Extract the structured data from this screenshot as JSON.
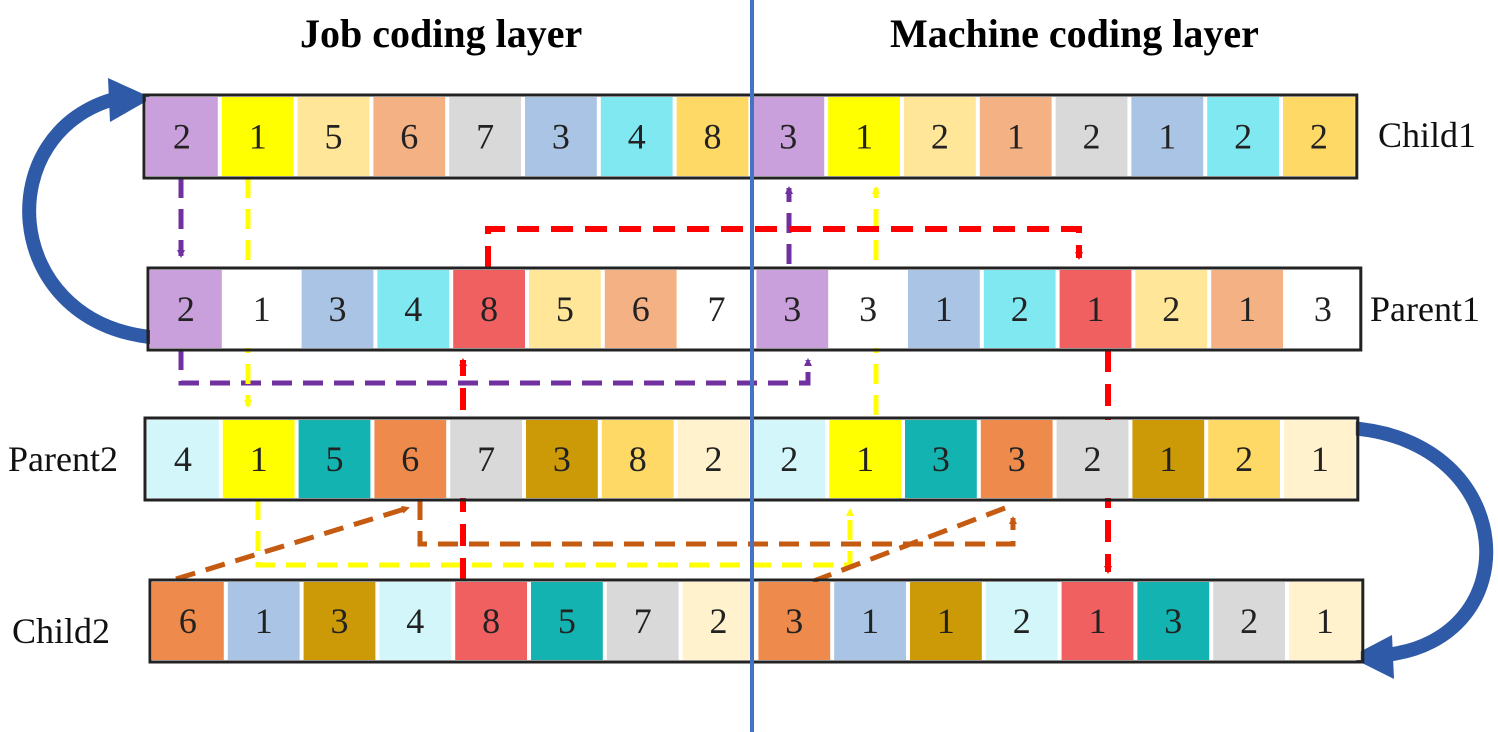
{
  "headings": {
    "job": "Job coding layer",
    "machine": "Machine coding layer"
  },
  "colors": {
    "divider": "#4472c4",
    "curved_arrow": "#2e5aa8",
    "purple_arrow": "#7030a0",
    "yellow_arrow": "#ffff00",
    "red_arrow": "#ff0000",
    "orange_arrow": "#c55a11"
  },
  "rows": [
    {
      "id": "child1",
      "label": "Child1",
      "cells": [
        {
          "v": "2",
          "c": "#c9a0dc"
        },
        {
          "v": "1",
          "c": "#ffff00"
        },
        {
          "v": "5",
          "c": "#ffe699"
        },
        {
          "v": "6",
          "c": "#f4b183"
        },
        {
          "v": "7",
          "c": "#d9d9d9"
        },
        {
          "v": "3",
          "c": "#a9c4e4"
        },
        {
          "v": "4",
          "c": "#7fe8f0"
        },
        {
          "v": "8",
          "c": "#ffd966"
        },
        {
          "v": "3",
          "c": "#c9a0dc"
        },
        {
          "v": "1",
          "c": "#ffff00"
        },
        {
          "v": "2",
          "c": "#ffe699"
        },
        {
          "v": "1",
          "c": "#f4b183"
        },
        {
          "v": "2",
          "c": "#d9d9d9"
        },
        {
          "v": "1",
          "c": "#a9c4e4"
        },
        {
          "v": "2",
          "c": "#7fe8f0"
        },
        {
          "v": "2",
          "c": "#ffd966"
        }
      ]
    },
    {
      "id": "parent1",
      "label": "Parent1",
      "cells": [
        {
          "v": "2",
          "c": "#c9a0dc"
        },
        {
          "v": "1",
          "c": "#ffffff"
        },
        {
          "v": "3",
          "c": "#a9c4e4"
        },
        {
          "v": "4",
          "c": "#7fe8f0"
        },
        {
          "v": "8",
          "c": "#f06060"
        },
        {
          "v": "5",
          "c": "#ffe699"
        },
        {
          "v": "6",
          "c": "#f4b183"
        },
        {
          "v": "7",
          "c": "#ffffff"
        },
        {
          "v": "3",
          "c": "#c9a0dc"
        },
        {
          "v": "3",
          "c": "#ffffff"
        },
        {
          "v": "1",
          "c": "#a9c4e4"
        },
        {
          "v": "2",
          "c": "#7fe8f0"
        },
        {
          "v": "1",
          "c": "#f06060"
        },
        {
          "v": "2",
          "c": "#ffe699"
        },
        {
          "v": "1",
          "c": "#f4b183"
        },
        {
          "v": "3",
          "c": "#ffffff"
        }
      ]
    },
    {
      "id": "parent2",
      "label": "Parent2",
      "cells": [
        {
          "v": "4",
          "c": "#d2f6fa"
        },
        {
          "v": "1",
          "c": "#ffff00"
        },
        {
          "v": "5",
          "c": "#12b3b0"
        },
        {
          "v": "6",
          "c": "#ee8b4c"
        },
        {
          "v": "7",
          "c": "#d9d9d9"
        },
        {
          "v": "3",
          "c": "#cc9a06"
        },
        {
          "v": "8",
          "c": "#ffd966"
        },
        {
          "v": "2",
          "c": "#fff2cc"
        },
        {
          "v": "2",
          "c": "#d2f6fa"
        },
        {
          "v": "1",
          "c": "#ffff00"
        },
        {
          "v": "3",
          "c": "#12b3b0"
        },
        {
          "v": "3",
          "c": "#ee8b4c"
        },
        {
          "v": "2",
          "c": "#d9d9d9"
        },
        {
          "v": "1",
          "c": "#cc9a06"
        },
        {
          "v": "2",
          "c": "#ffd966"
        },
        {
          "v": "1",
          "c": "#fff2cc"
        }
      ]
    },
    {
      "id": "child2",
      "label": "Child2",
      "cells": [
        {
          "v": "6",
          "c": "#ee8b4c"
        },
        {
          "v": "1",
          "c": "#a9c4e4"
        },
        {
          "v": "3",
          "c": "#cc9a06"
        },
        {
          "v": "4",
          "c": "#d2f6fa"
        },
        {
          "v": "8",
          "c": "#f06060"
        },
        {
          "v": "5",
          "c": "#12b3b0"
        },
        {
          "v": "7",
          "c": "#d9d9d9"
        },
        {
          "v": "2",
          "c": "#fff2cc"
        },
        {
          "v": "3",
          "c": "#ee8b4c"
        },
        {
          "v": "1",
          "c": "#a9c4e4"
        },
        {
          "v": "1",
          "c": "#cc9a06"
        },
        {
          "v": "2",
          "c": "#d2f6fa"
        },
        {
          "v": "1",
          "c": "#f06060"
        },
        {
          "v": "3",
          "c": "#12b3b0"
        },
        {
          "v": "2",
          "c": "#d9d9d9"
        },
        {
          "v": "1",
          "c": "#fff2cc"
        }
      ]
    }
  ]
}
